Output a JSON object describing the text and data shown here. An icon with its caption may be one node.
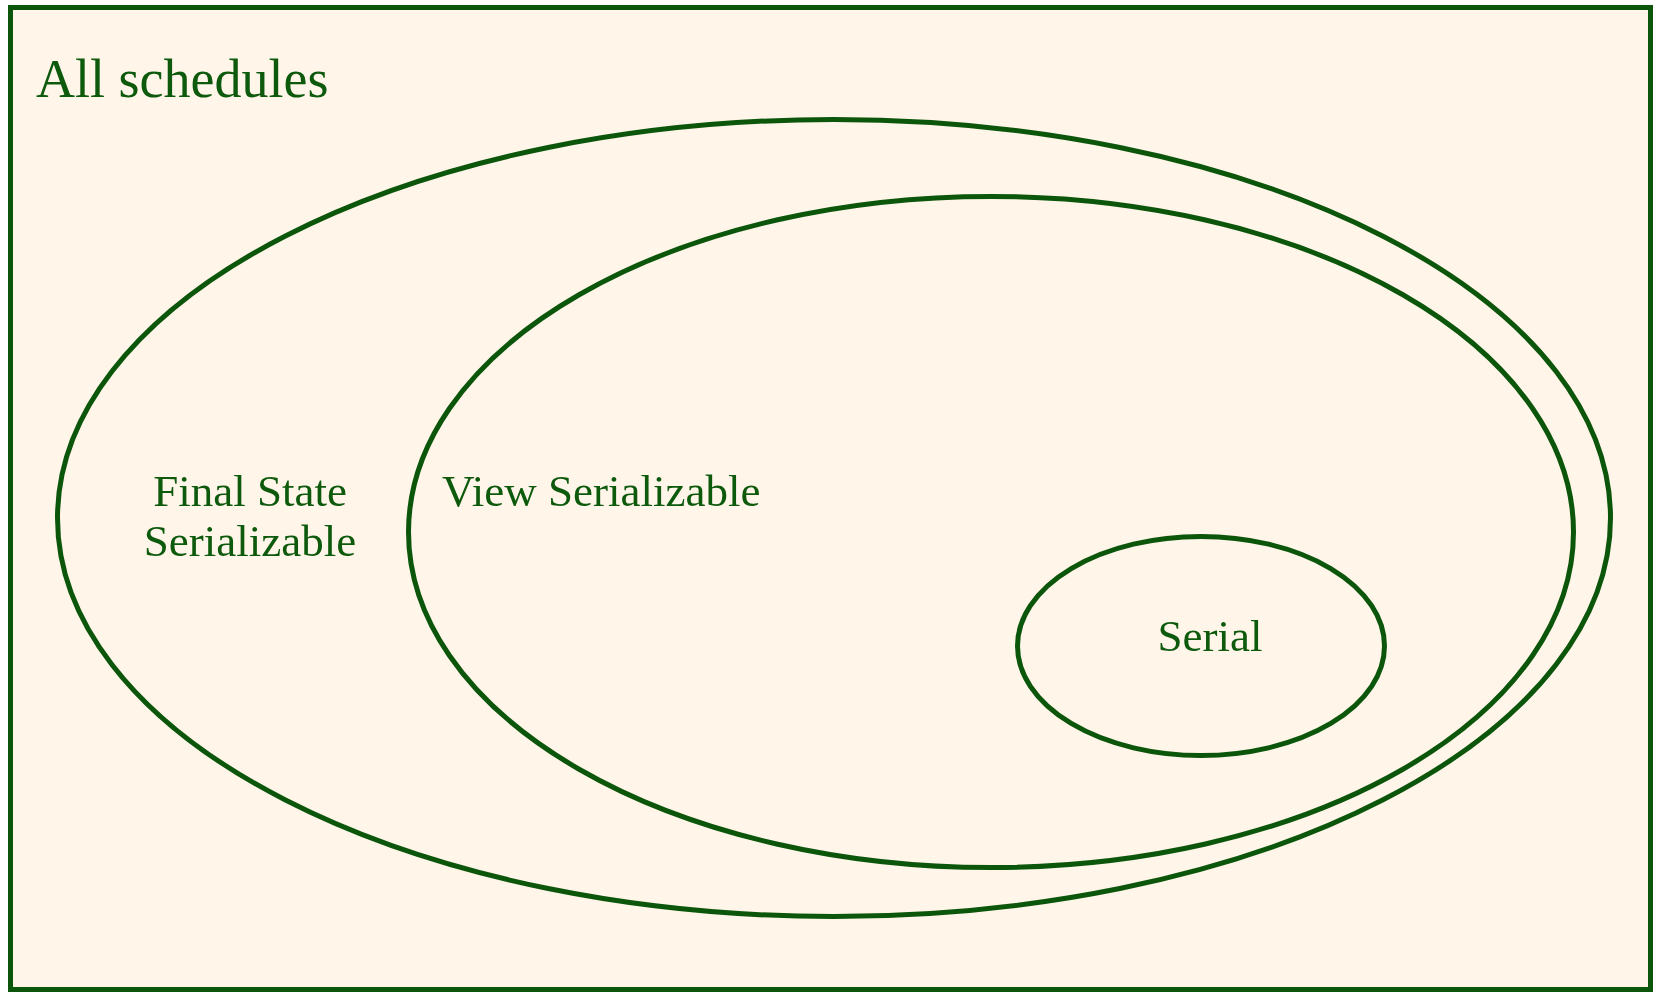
{
  "diagram": {
    "nodes": [
      {
        "text": [
          "All schedules"
        ]
      },
      {
        "text": [
          "Final State Serializable"
        ],
        "in": 0
      },
      {
        "text": [
          "View Serializable"
        ],
        "in": 1
      },
      {
        "text": [
          "Serial"
        ],
        "in": 2
      }
    ]
  }
}
